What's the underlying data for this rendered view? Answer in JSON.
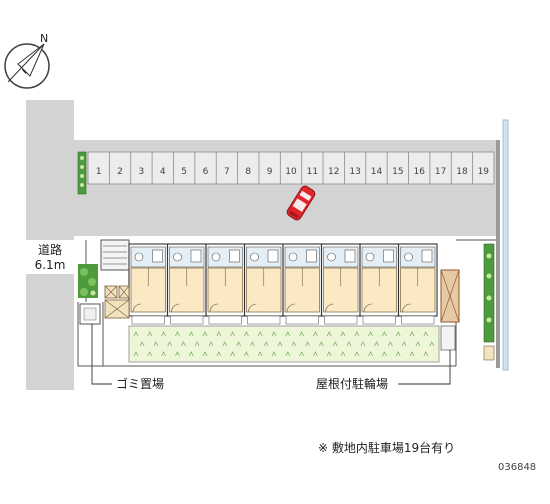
{
  "compass": {
    "label": "N"
  },
  "road": {
    "label_line1": "道路",
    "label_line2": "6.1m"
  },
  "parking": {
    "spaces": [
      "1",
      "2",
      "3",
      "4",
      "5",
      "6",
      "7",
      "8",
      "9",
      "10",
      "11",
      "12",
      "13",
      "14",
      "15",
      "16",
      "17",
      "18",
      "19"
    ]
  },
  "labels": {
    "garbage": "ゴミ置場",
    "bicycle": "屋根付駐輪場",
    "note": "※ 敷地内駐車場19台有り",
    "code": "036848"
  },
  "colors": {
    "road": "#d3d3d3",
    "parking_stripe": "#ececec",
    "building_fill": "#fbe9c4",
    "garden_fill": "#eef6da",
    "hedge": "#4e9a3c",
    "car": "#e2242c",
    "bike_shelter": "#e8c9a6",
    "water": "#cfe6f2"
  }
}
